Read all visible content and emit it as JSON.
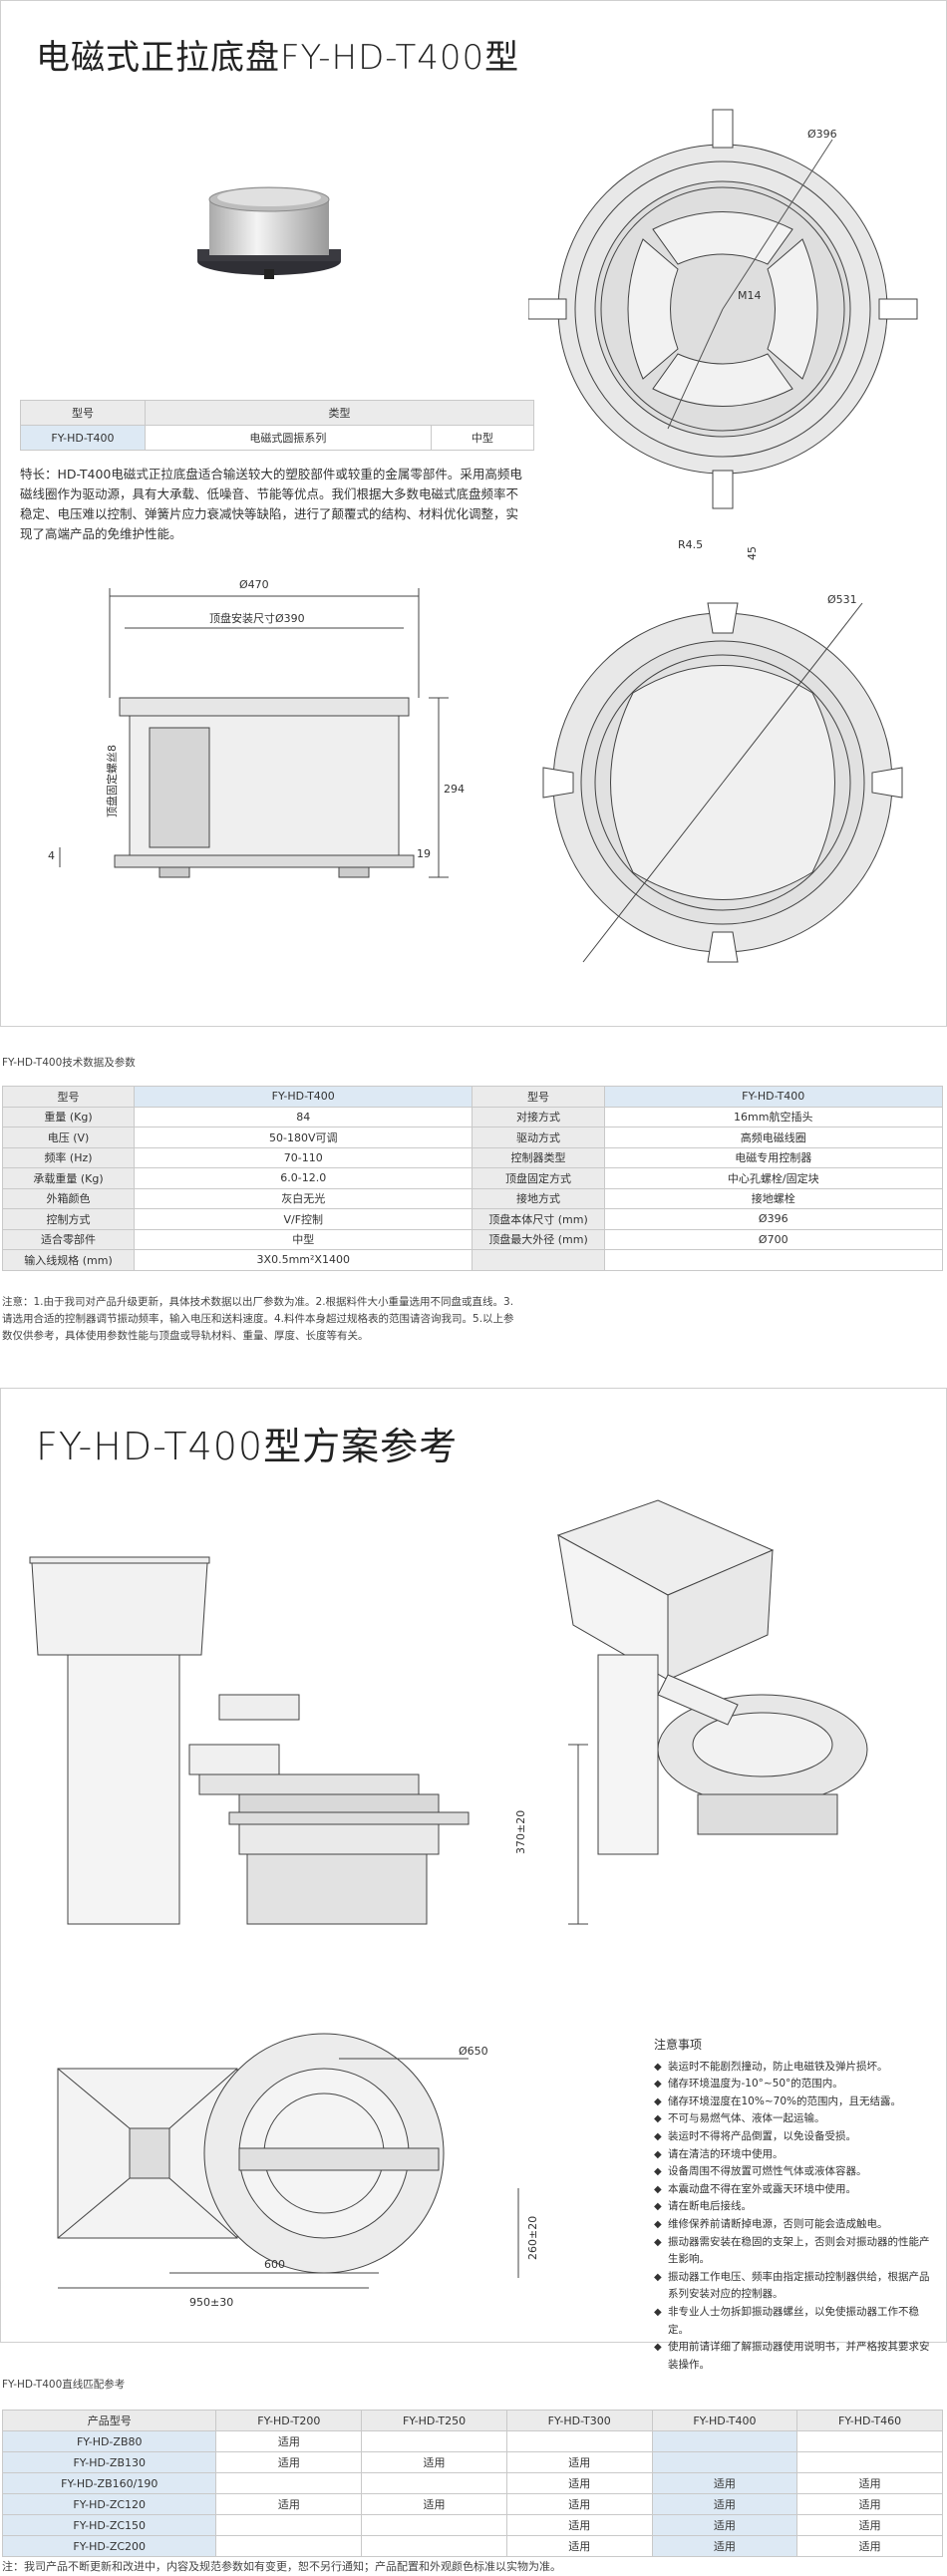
{
  "panel1": {
    "title": "电磁式正拉底盘FY-HD-T400型",
    "type_table": {
      "header": [
        "型号",
        "类型"
      ],
      "row": [
        "FY-HD-T400",
        "电磁式圆振系列",
        "中型"
      ]
    },
    "intro": "特长：HD-T400电磁式正拉底盘适合输送较大的塑胶部件或较重的金属零部件。采用高频电磁线圈作为驱动源，具有大承载、低噪音、节能等优点。我们根据大多数电磁式底盘频率不稳定、电压难以控制、弹簧片应力衰减快等缺陷，进行了颠覆式的结构、材料优化调整，实现了高端产品的免维护性能。",
    "dims_top": {
      "d1": "Ø396",
      "d2": "M14"
    },
    "dims_side": {
      "width": "Ø470",
      "mount": "顶盘安装尺寸Ø390",
      "height": "294",
      "screw": "顶盘固定螺丝8",
      "left": "4",
      "right": "19"
    },
    "dims_bottom": {
      "r": "R4.5",
      "w": "45",
      "d": "Ø531"
    }
  },
  "spec": {
    "caption": "FY-HD-T400技术数据及参数",
    "rows": [
      [
        "型号",
        "FY-HD-T400",
        "型号",
        "FY-HD-T400"
      ],
      [
        "重量 (Kg)",
        "84",
        "对接方式",
        "16mm航空插头"
      ],
      [
        "电压 (V)",
        "50-180V可调",
        "驱动方式",
        "高频电磁线圈"
      ],
      [
        "频率 (Hz)",
        "70-110",
        "控制器类型",
        "电磁专用控制器"
      ],
      [
        "承载重量 (Kg)",
        "6.0-12.0",
        "顶盘固定方式",
        "中心孔螺栓/固定块"
      ],
      [
        "外箱颜色",
        "灰白无光",
        "接地方式",
        "接地螺栓"
      ],
      [
        "控制方式",
        "V/F控制",
        "顶盘本体尺寸 (mm)",
        "Ø396"
      ],
      [
        "适合零部件",
        "中型",
        "顶盘最大外径 (mm)",
        "Ø700"
      ],
      [
        "输入线规格 (mm)",
        "3X0.5mm²X1400",
        "",
        ""
      ]
    ],
    "note": "注意：1.由于我司对产品升级更新，具体技术数据以出厂参数为准。2.根据料件大小重量选用不同盘或直线。3.请选用合适的控制器调节振动频率，输入电压和送料速度。4.料件本身超过规格表的范围请咨询我司。5.以上参数仅供参考，具体使用参数性能与顶盘或导轨材料、重量、厚度、长度等有关。"
  },
  "panel2": {
    "title": "FY-HD-T400型方案参考",
    "dims": {
      "h1": "370±20",
      "d": "Ø650",
      "h2": "260±20",
      "w1": "950±30",
      "w2": "600"
    },
    "notice_title": "注意事项",
    "notices": [
      "装运时不能剧烈撞动，防止电磁铁及弹片损坏。",
      "储存环境温度为-10°~50°的范围内。",
      "储存环境湿度在10%~70%的范围内，且无结露。",
      "不可与易燃气体、液体一起运输。",
      "装运时不得将产品倒置，以免设备受损。",
      "请在清洁的环境中使用。",
      "设备周围不得放置可燃性气体或液体容器。",
      "本震动盘不得在室外或露天环境中使用。",
      "请在断电后接线。",
      "维修保养前请断掉电源，否则可能会造成触电。",
      "振动器需安装在稳固的支架上，否则会对振动器的性能产生影响。",
      "振动器工作电压、频率由指定振动控制器供给，根据产品系列安装对应的控制器。",
      "非专业人士勿拆卸振动器螺丝，以免使振动器工作不稳定。",
      "使用前请详细了解振动器使用说明书，并严格按其要求安装操作。"
    ]
  },
  "match": {
    "caption": "FY-HD-T400直线匹配参考",
    "header": [
      "产品型号",
      "FY-HD-T200",
      "FY-HD-T250",
      "FY-HD-T300",
      "FY-HD-T400",
      "FY-HD-T460"
    ],
    "rows": [
      [
        "FY-HD-ZB80",
        "适用",
        "",
        "",
        "",
        ""
      ],
      [
        "FY-HD-ZB130",
        "适用",
        "适用",
        "适用",
        "",
        ""
      ],
      [
        "FY-HD-ZB160/190",
        "",
        "",
        "适用",
        "适用",
        "适用"
      ],
      [
        "FY-HD-ZC120",
        "适用",
        "适用",
        "适用",
        "适用",
        "适用"
      ],
      [
        "FY-HD-ZC150",
        "",
        "",
        "适用",
        "适用",
        "适用"
      ],
      [
        "FY-HD-ZC200",
        "",
        "",
        "适用",
        "适用",
        "适用"
      ]
    ]
  },
  "footer": "注：我司产品不断更新和改进中，内容及规范参数如有变更，恕不另行通知；产品配置和外观颜色标准以实物为准。"
}
